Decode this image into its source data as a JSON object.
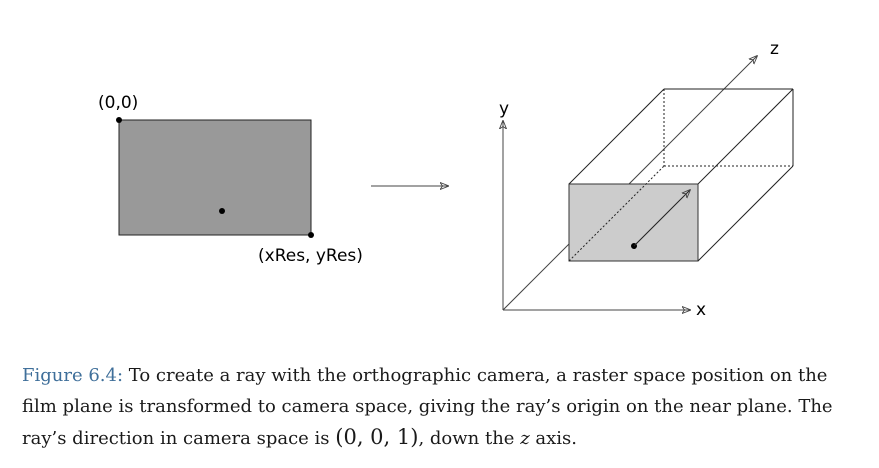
{
  "figure": {
    "raster": {
      "origin_label": "(0,0)",
      "corner_label": "(xRes, yRes)"
    },
    "camera": {
      "y_axis_label": "y",
      "x_axis_label": "x",
      "z_axis_label": "z"
    }
  },
  "caption": {
    "figure_number": "Figure 6.4:",
    "line1_text": " To create a ray with the orthographic camera, a raster space position on the",
    "line2_text": "film plane is transformed to camera space, giving the ray’s origin on the near plane. The",
    "line3_prefix": "ray’s direction in camera space is ",
    "direction_vector": "(0, 0, 1)",
    "line3_middle": ", down the ",
    "axis_var": "z",
    "line3_suffix": " axis."
  },
  "colors": {
    "raster_fill": "#999999",
    "near_plane_fill": "#cccccc",
    "figure_number": "#3f6f9a"
  }
}
